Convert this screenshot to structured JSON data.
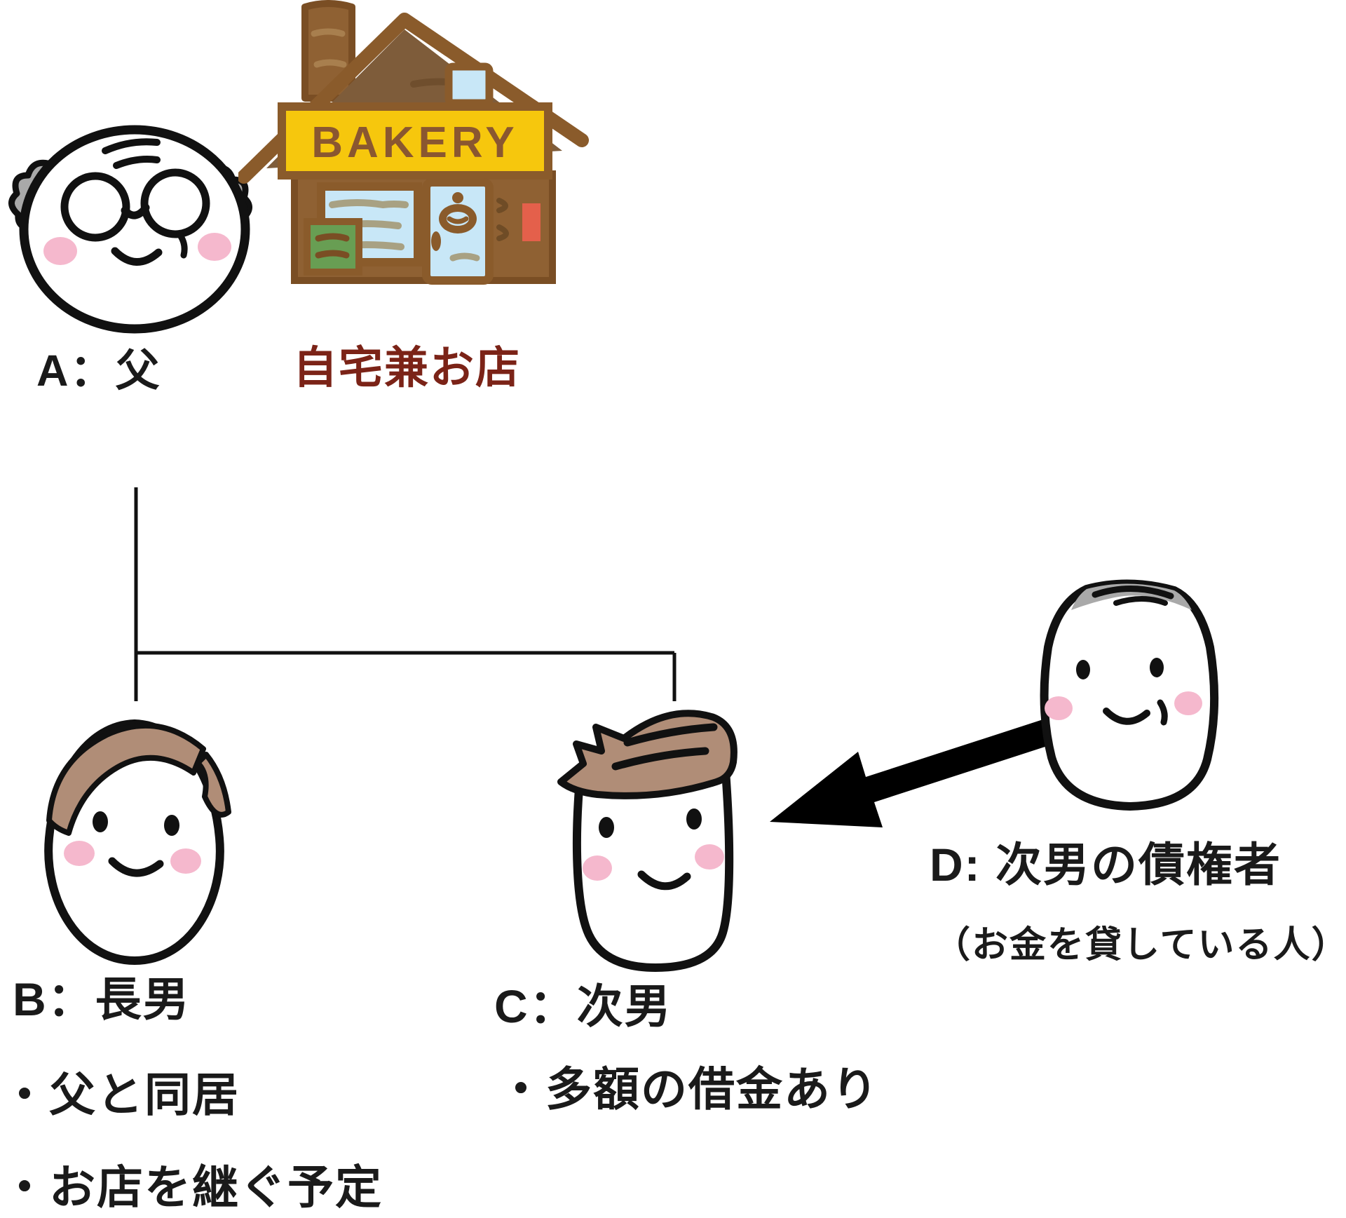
{
  "characters": {
    "a": {
      "label": "A：父"
    },
    "b": {
      "label": "B：長男",
      "notes": [
        "・父と同居",
        "・お店を継ぐ予定"
      ]
    },
    "c": {
      "label": "C：次男",
      "notes": [
        "・多額の借金あり"
      ]
    },
    "d": {
      "label": "D: 次男の債権者",
      "note": "（お金を貸している人）"
    }
  },
  "building": {
    "sign": "BAKERY",
    "label": "自宅兼お店"
  },
  "colors": {
    "text_black": "#1a1a1a",
    "home_label_dark_red": "#7b2317",
    "outline_black": "#111111",
    "hair_brown": "#b08d77",
    "hair_gray": "#a9a9a9",
    "cheek_pink": "#f5b8cd",
    "bakery_outline_brown": "#7a4e24",
    "bakery_wall_brown": "#8f6133",
    "bakery_gable_brown": "#7e5c3a",
    "sign_yellow": "#f6c70d",
    "sign_letter_brown": "#8a5730",
    "window_blue": "#c8e7f7",
    "shelf_olive": "#a8a183",
    "crate_green": "#689e53",
    "door_accent_red": "#e4604b"
  }
}
